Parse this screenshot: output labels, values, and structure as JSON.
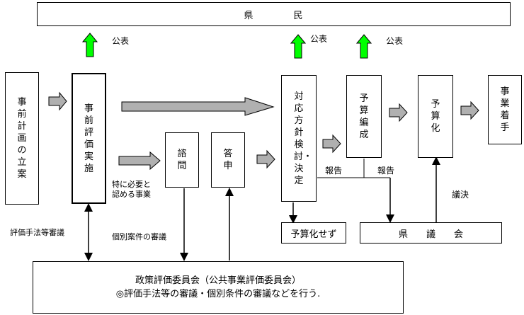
{
  "top": {
    "label": "県　　　　民"
  },
  "publish_label": "公表",
  "steps": {
    "plan": "事前計画の立案",
    "pre_eval": "事前評価実施",
    "consult": "諮問",
    "report": "答申",
    "decide": "対応方針検討・決定",
    "budget": "予算編成",
    "budgeted": "予算化",
    "start": "事業着手"
  },
  "boxes": {
    "no_budget": "予算化せず",
    "assembly": "県　　議　　会",
    "committee_line1": "政策評価委員会（公共事業評価委員会）",
    "committee_line2": "◎評価手法等の審議・個別条件の審議などを行う."
  },
  "labels": {
    "special": "特に必要と",
    "special2": "認める事業",
    "method_review": "評価手法等審議",
    "case_review": "個別案件の審議",
    "report1": "報告",
    "report2": "報告",
    "resolution": "議決"
  },
  "colors": {
    "publish_arrow": "#00ff00",
    "flow_arrow": "#b0b0b0"
  }
}
